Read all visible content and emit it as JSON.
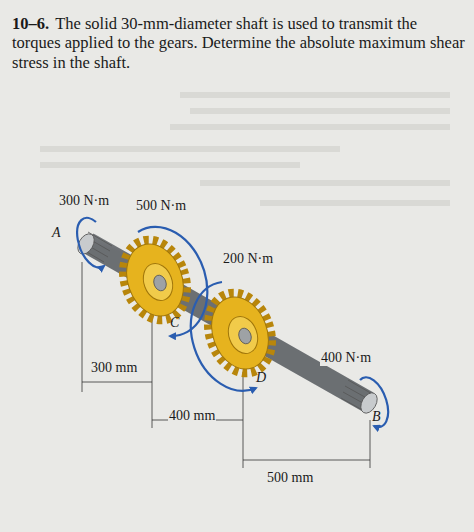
{
  "diagram": {
    "labels": [
      "10–6.",
      "The solid 30-mm-diameter shaft is used to transmit the torques applied to the gears. Determine the absolute maximum shear stress in the shaft.",
      "300 N·m",
      "500 N·m",
      "A",
      "200 N·m",
      "C",
      "400 N·m",
      "D",
      "B",
      "300 mm",
      "400 mm",
      "500 mm"
    ]
  }
}
